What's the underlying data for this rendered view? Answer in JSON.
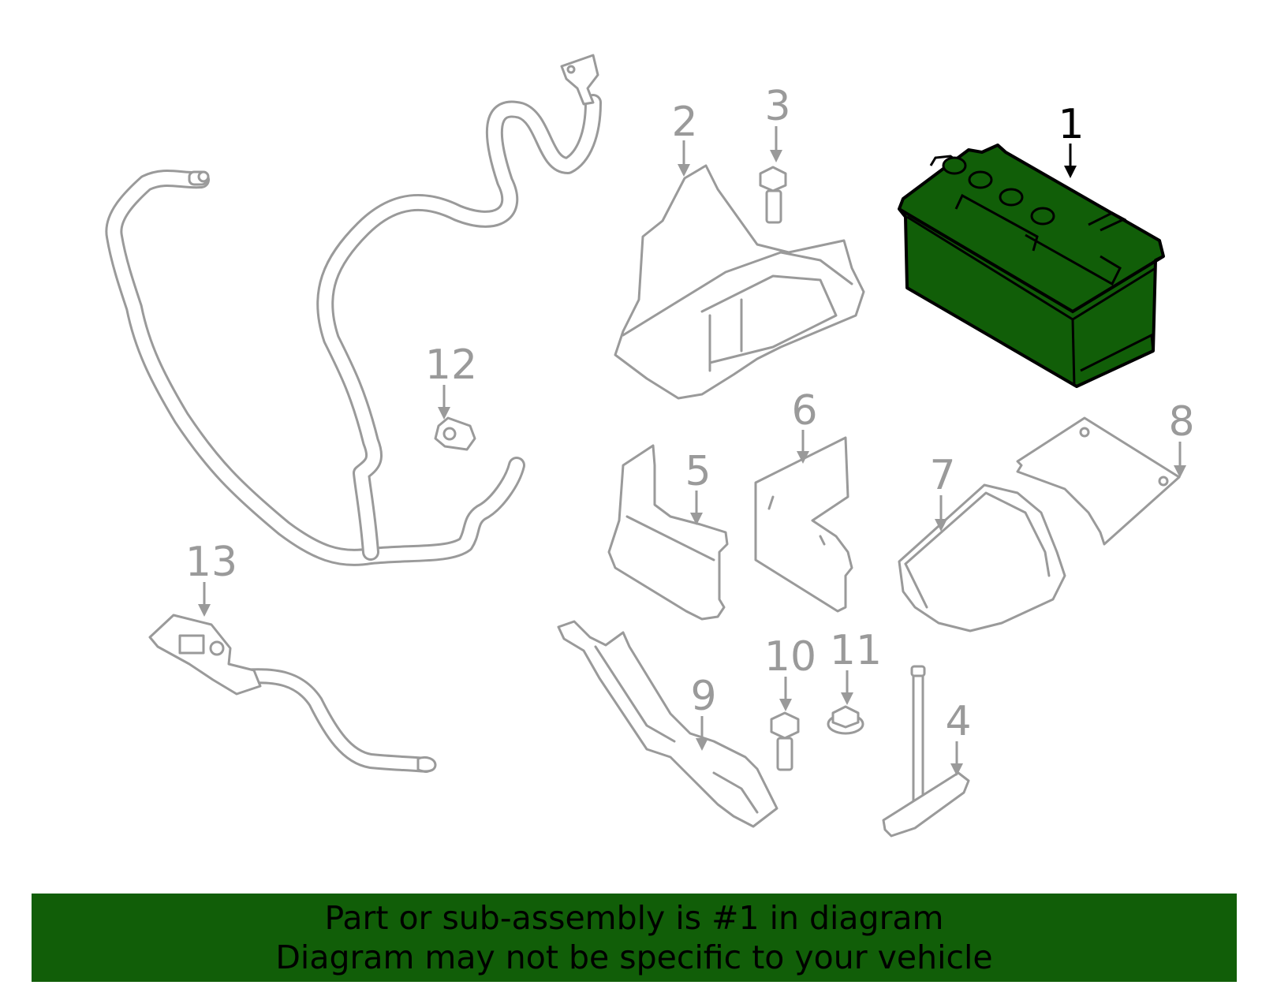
{
  "colors": {
    "highlight": "#115e08",
    "banner": "#115e08",
    "part_stroke": "#9a9a9a",
    "highlight_stroke": "#000000"
  },
  "callouts": {
    "c1": "1",
    "c2": "2",
    "c3": "3",
    "c4": "4",
    "c5": "5",
    "c6": "6",
    "c7": "7",
    "c8": "8",
    "c9": "9",
    "c10": "10",
    "c11": "11",
    "c12": "12",
    "c13": "13"
  },
  "banner": {
    "line1": "Part or sub-assembly is #1 in diagram",
    "line2": "Diagram may not be specific to your vehicle"
  }
}
